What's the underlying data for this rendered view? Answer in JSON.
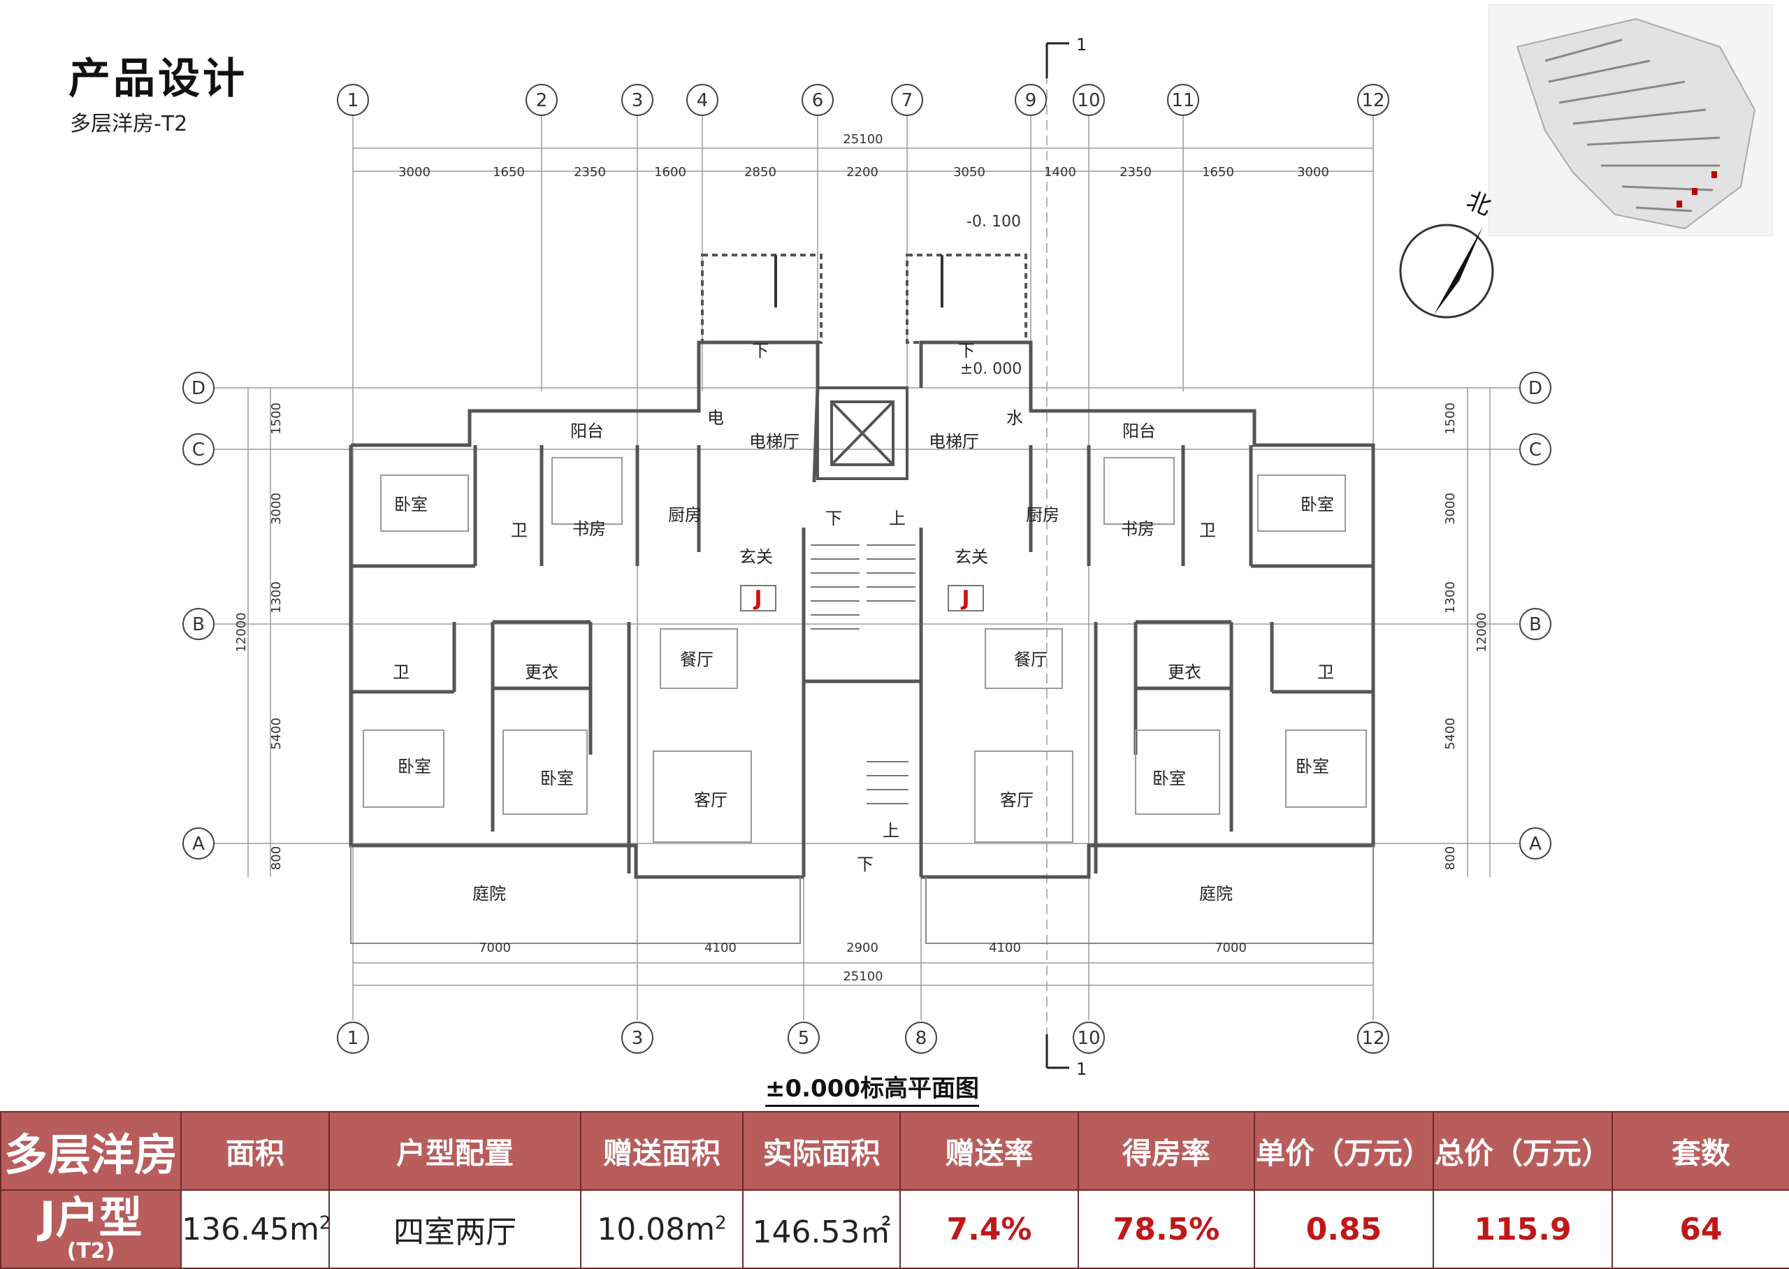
{
  "header": {
    "title": "产品设计",
    "subtitle": "多层洋房-T2"
  },
  "plan": {
    "caption": "±0.000标高平面图",
    "axes_top": [
      "1",
      "2",
      "3",
      "4",
      "6",
      "7",
      "9",
      "10",
      "11",
      "12"
    ],
    "axes_bottom": [
      "1",
      "3",
      "5",
      "8",
      "10",
      "12"
    ],
    "axes_rows": [
      "D",
      "C",
      "B",
      "A"
    ],
    "dim_total": "25100",
    "dims_top": [
      "3000",
      "1650",
      "2350",
      "1600",
      "2850",
      "2200",
      "3050",
      "1400",
      "2350",
      "1650",
      "3000"
    ],
    "dims_bottom": [
      "7000",
      "4100",
      "2900",
      "4100",
      "7000"
    ],
    "dims_left": [
      "1500",
      "3000",
      "1300",
      "5400",
      "800"
    ],
    "dim_height": "12000",
    "section_mark": "1",
    "elev_1": "-0. 100",
    "elev_2": "±0. 000",
    "rooms": {
      "balcony": "阳台",
      "elevator_hall": "电梯厅",
      "bedroom": "卧室",
      "bath": "卫",
      "study": "书房",
      "kitchen": "厨房",
      "foyer": "玄关",
      "dining": "餐厅",
      "living": "客厅",
      "closet": "更衣",
      "courtyard": "庭院",
      "down": "下",
      "up": "上",
      "elec": "电",
      "water": "水",
      "unit": "J"
    }
  },
  "compass": {
    "label": "北"
  },
  "table": {
    "headers": [
      "多层洋房",
      "面积",
      "户型配置",
      "赠送面积",
      "实际面积",
      "赠送率",
      "得房率",
      "单价（万元）",
      "总价（万元）",
      "套数"
    ],
    "row": {
      "type": "J户型",
      "type_sub": "(T2)",
      "area": "136.45m",
      "config": "四室两厅",
      "gift_area": "10.08m",
      "actual_area": "146.53㎡",
      "gift_rate": "7.4%",
      "efficiency": "78.5%",
      "unit_price": "0.85",
      "total_price": "115.9",
      "count": "64"
    },
    "sup": "2"
  }
}
